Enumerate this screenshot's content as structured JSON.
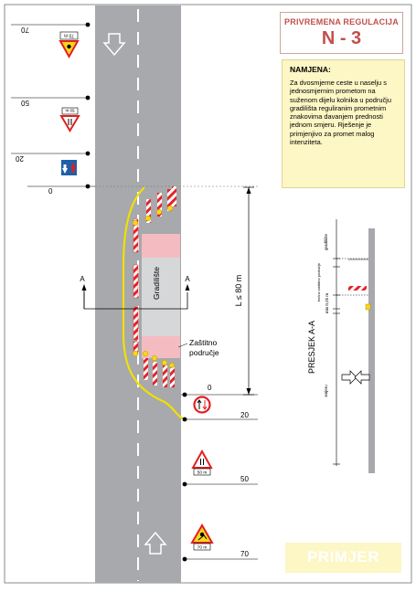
{
  "header": {
    "title": "PRIVREMENA REGULACIJA",
    "code": "N - 3"
  },
  "purpose": {
    "heading": "NAMJENA:",
    "text": "Za dvosmjerne ceste u naselju s jednosmjernim prometom na suženom dijelu kolnika u području gradilišta reguliranim prometnim znakovima davanjem prednosti jednom smjeru. Rješenje je primjenjivo za promet malog intenziteta."
  },
  "distances": {
    "top": [
      "70",
      "50",
      "20",
      "0"
    ],
    "bottom": [
      "0",
      "20",
      "50",
      "70"
    ]
  },
  "sign_plates": {
    "top_70": "70 m",
    "top_50": "50 m",
    "bottom_50": "50 m",
    "bottom_70": "70 m"
  },
  "work_zone": {
    "site_label": "Gradilište",
    "protection_label": "Zaštitno područje",
    "length_label": "L ≤ 80 m",
    "section_marker": "A"
  },
  "section": {
    "title": "PRESJEK A-A",
    "label_site": "gradilište",
    "label_buffer": "bočno zaštitno područje",
    "label_min": "min 0,25 m",
    "label_lane": "smjeru"
  },
  "example_label": "PRIMJER",
  "colors": {
    "road": "#a7a9ac",
    "site": "#d6d7d8",
    "buffer": "#f4bcc0",
    "title_red": "#c0504d",
    "sign_red": "#e02020",
    "sign_blue": "#1f5fa8",
    "warning_yellow": "#f8d61c",
    "yellow_line": "#f2e000",
    "cone_red": "#e52228",
    "box_yellow": "#fdf6c5"
  }
}
